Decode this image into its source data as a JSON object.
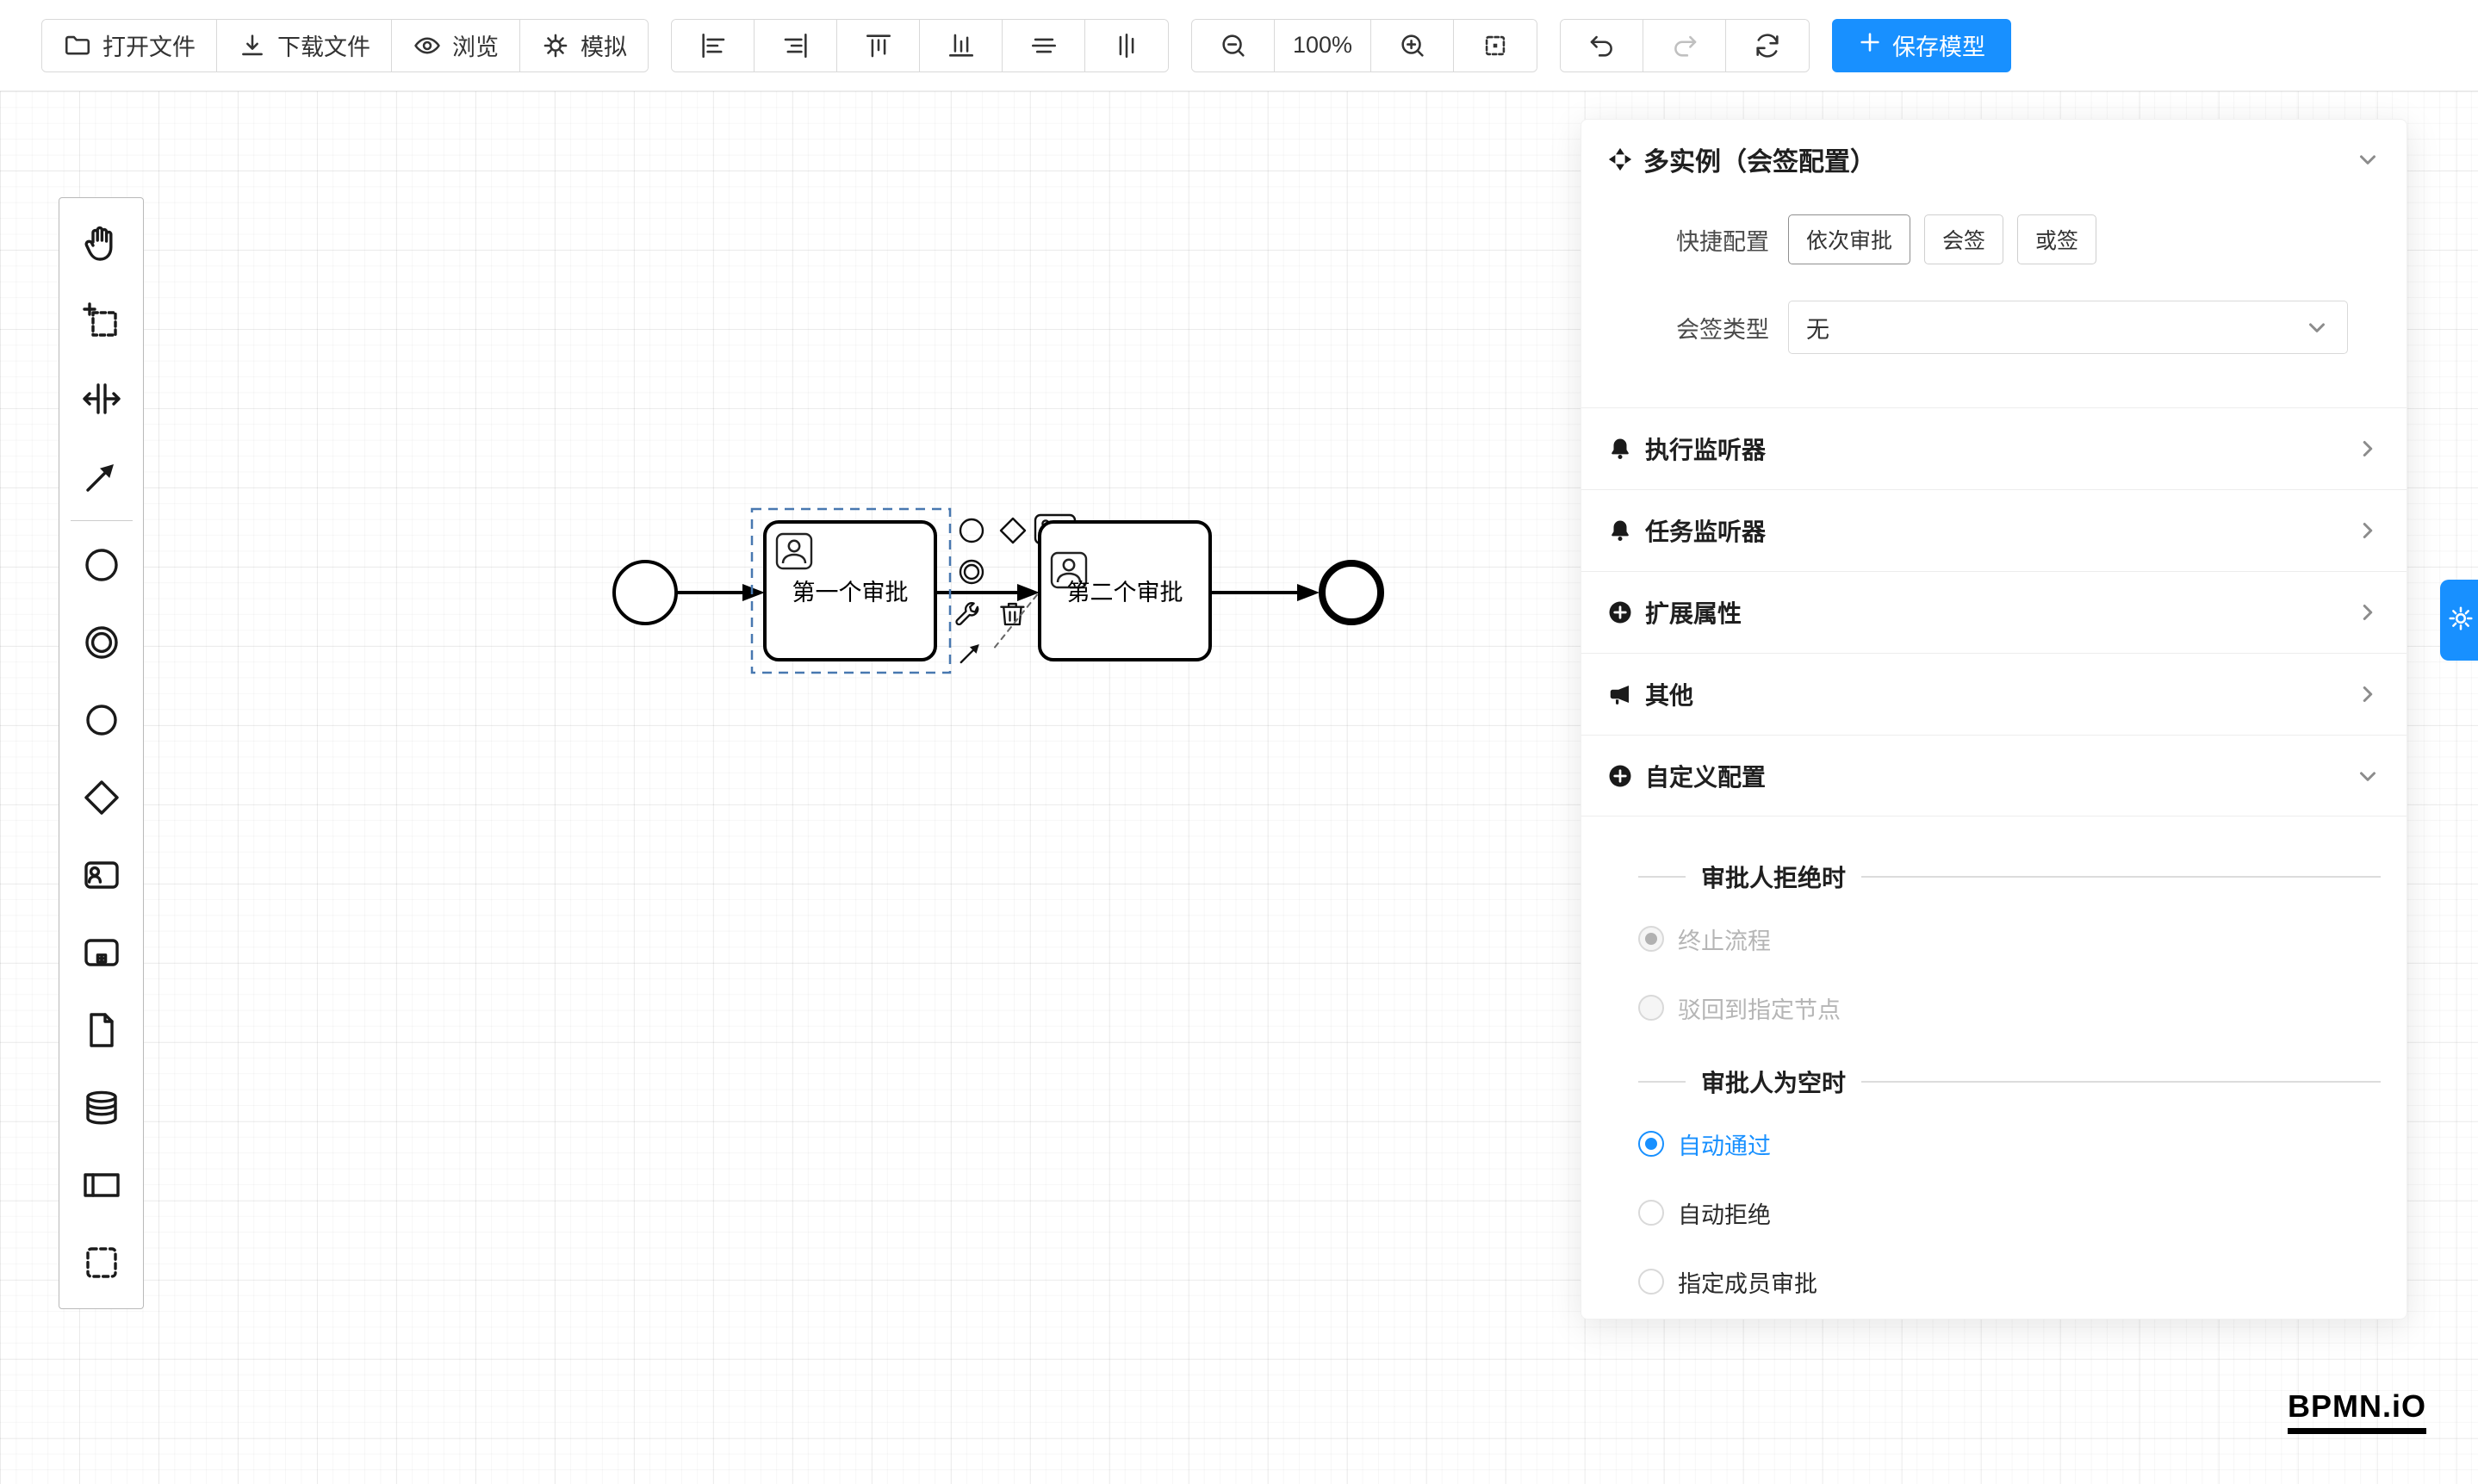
{
  "colors": {
    "accent": "#1890ff",
    "stroke": "#000000",
    "selection": "#4878b0"
  },
  "toolbar": {
    "open_file": "打开文件",
    "download_file": "下载文件",
    "preview": "浏览",
    "simulate": "模拟",
    "zoom_level": "100%",
    "save_model": "保存模型",
    "icons": [
      "folder-icon",
      "download-icon",
      "eye-icon",
      "gear-icon",
      "align-left-icon",
      "align-right-icon",
      "align-top-icon",
      "align-bottom-icon",
      "align-center-horizontal-icon",
      "align-center-vertical-icon",
      "zoom-out-icon",
      "zoom-in-icon",
      "fit-viewport-icon",
      "undo-icon",
      "redo-icon",
      "refresh-icon",
      "plus-icon"
    ]
  },
  "palette": {
    "tools": [
      "hand-tool",
      "lasso-tool",
      "space-tool",
      "global-connect-tool"
    ],
    "elements": [
      "start-event",
      "intermediate-event",
      "end-event",
      "gateway",
      "user-task",
      "subprocess",
      "file",
      "data-store",
      "participant",
      "group"
    ]
  },
  "canvas": {
    "task1_label": "第一个审批",
    "task2_label": "第二个审批"
  },
  "panel": {
    "title": "多实例（会签配置）",
    "title_icon": "multi-instance-icon",
    "quick_config_label": "快捷配置",
    "quick_options": [
      "依次审批",
      "会签",
      "或签"
    ],
    "sign_type_label": "会签类型",
    "sign_type_value": "无",
    "sections": [
      {
        "label": "执行监听器",
        "icon": "bell-icon"
      },
      {
        "label": "任务监听器",
        "icon": "bell-icon"
      },
      {
        "label": "扩展属性",
        "icon": "plus-circle-icon"
      },
      {
        "label": "其他",
        "icon": "megaphone-icon"
      },
      {
        "label": "自定义配置",
        "icon": "plus-circle-icon"
      }
    ],
    "reject_title": "审批人拒绝时",
    "reject_options": [
      {
        "label": "终止流程",
        "checked": true,
        "disabled": true
      },
      {
        "label": "驳回到指定节点",
        "checked": false,
        "disabled": true
      }
    ],
    "empty_title": "审批人为空时",
    "empty_options": [
      {
        "label": "自动通过",
        "checked": true
      },
      {
        "label": "自动拒绝",
        "checked": false
      },
      {
        "label": "指定成员审批",
        "checked": false
      }
    ]
  },
  "logo": "BPMN.iO"
}
